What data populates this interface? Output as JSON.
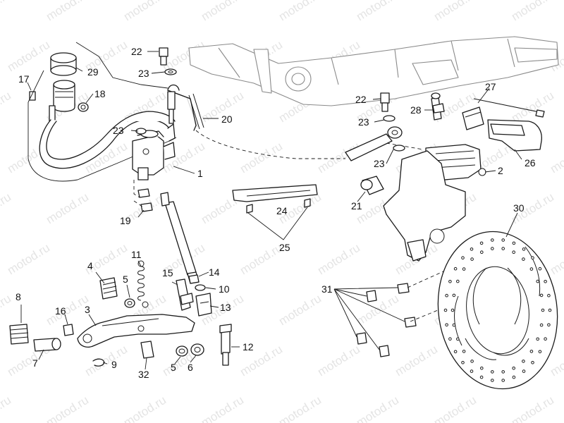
{
  "watermark": "motod.ru",
  "callouts": {
    "c1": "1",
    "c2": "2",
    "c3": "3",
    "c4": "4",
    "c5a": "5",
    "c5b": "5",
    "c6": "6",
    "c7": "7",
    "c8": "8",
    "c9": "9",
    "c10": "10",
    "c11": "11",
    "c12": "12",
    "c13": "13",
    "c14": "14",
    "c15": "15",
    "c16": "16",
    "c17": "17",
    "c18": "18",
    "c19": "19",
    "c20": "20",
    "c21": "21",
    "c22a": "22",
    "c22b": "22",
    "c23a": "23",
    "c23b": "23",
    "c23c": "23",
    "c23d": "23",
    "c24": "24",
    "c25": "25",
    "c26": "26",
    "c27": "27",
    "c28": "28",
    "c29": "29",
    "c30": "30",
    "c31": "31",
    "c32": "32"
  }
}
